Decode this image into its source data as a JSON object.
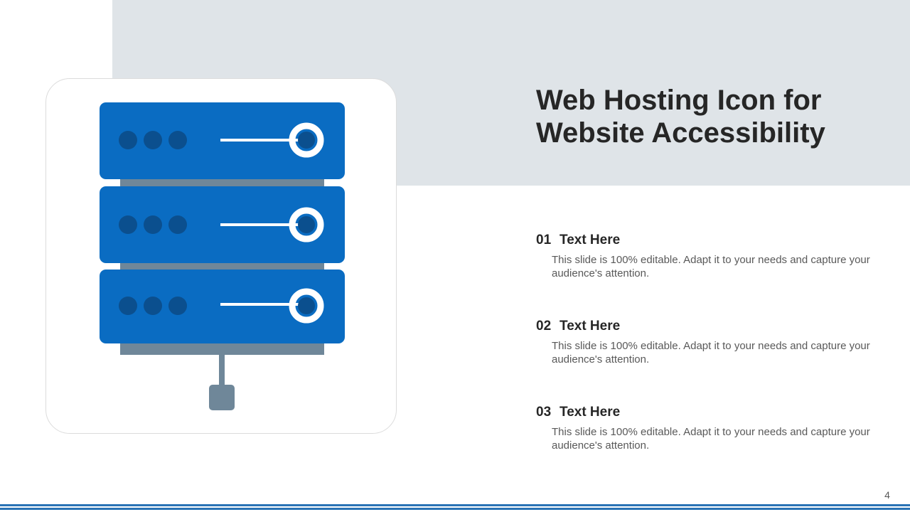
{
  "slide": {
    "title": "Web Hosting Icon for Website Accessibility",
    "page_number": "4"
  },
  "items": [
    {
      "number": "01",
      "heading": "Text Here",
      "description": "This slide is 100% editable. Adapt it to your needs and capture your audience's attention."
    },
    {
      "number": "02",
      "heading": "Text Here",
      "description": "This slide is 100% editable. Adapt it to your needs and capture your audience's attention."
    },
    {
      "number": "03",
      "heading": "Text Here",
      "description": "This slide is 100% editable. Adapt it to your needs and capture your audience's attention."
    }
  ],
  "colors": {
    "server_blue": "#0a6cc2",
    "indicator_dark_blue": "#0b4f8e",
    "rack_gray": "#6f8799",
    "band_gray": "#dfe4e8",
    "accent_line": "#2a73b5"
  },
  "icons": {
    "main": "server-rack-icon"
  }
}
